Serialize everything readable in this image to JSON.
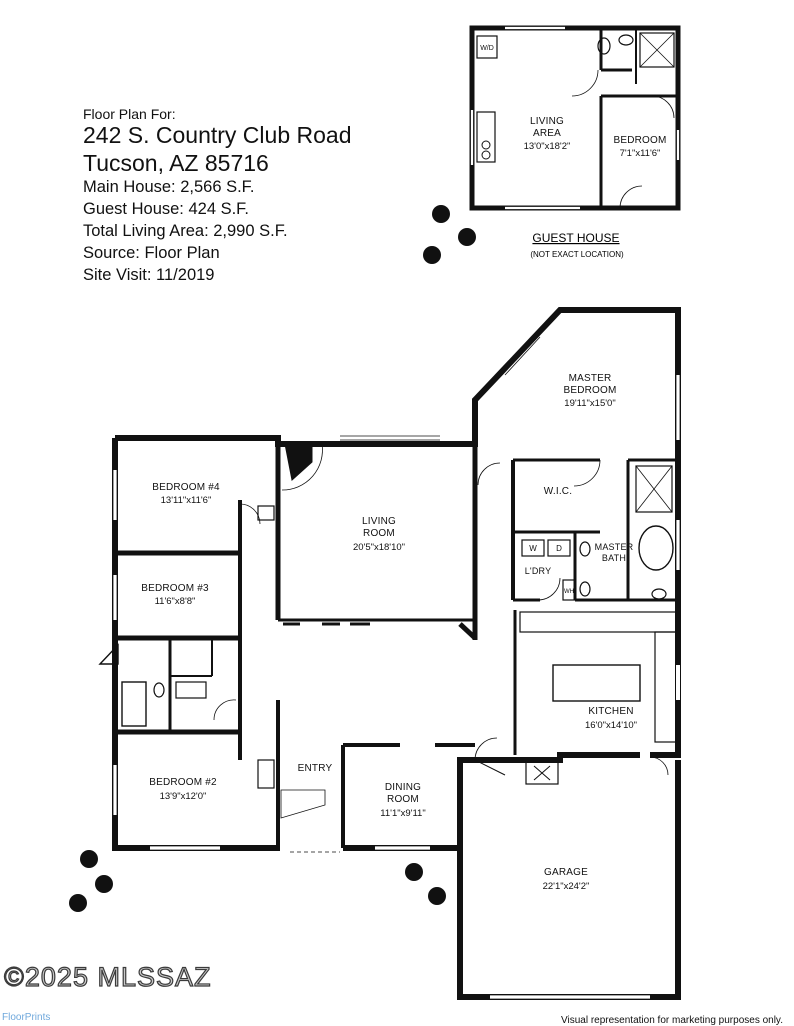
{
  "header": {
    "label": "Floor Plan For:",
    "address_line1": "242 S. Country Club Road",
    "address_line2": "Tucson, AZ  85716",
    "details": [
      "Main House:  2,566 S.F.",
      "Guest House:  424 S.F.",
      "Total Living Area:  2,990 S.F.",
      "Source:  Floor Plan",
      "Site Visit:  11/2019"
    ]
  },
  "guest_house": {
    "title": "GUEST HOUSE",
    "note": "(NOT EXACT LOCATION)",
    "rooms": [
      {
        "name": "LIVING",
        "name2": "AREA",
        "dims": "13'0\"x18'2\""
      },
      {
        "name": "BEDROOM",
        "dims": "7'1\"x11'6\""
      }
    ],
    "fixture": "W/D"
  },
  "main_house": {
    "rooms": [
      {
        "name": "MASTER",
        "name2": "BEDROOM",
        "dims": "19'11\"x15'0\""
      },
      {
        "name": "W.I.C."
      },
      {
        "name": "MASTER",
        "name2": "BATH"
      },
      {
        "name": "L'DRY"
      },
      {
        "name": "LIVING",
        "name2": "ROOM",
        "dims": "20'5\"x18'10\""
      },
      {
        "name": "BEDROOM #4",
        "dims": "13'11\"x11'6\""
      },
      {
        "name": "BEDROOM #3",
        "dims": "11'6\"x8'8\""
      },
      {
        "name": "BEDROOM #2",
        "dims": "13'9\"x12'0\""
      },
      {
        "name": "KITCHEN",
        "dims": "16'0\"x14'10\""
      },
      {
        "name": "ENTRY"
      },
      {
        "name": "DINING",
        "name2": "ROOM",
        "dims": "11'1\"x9'11\""
      },
      {
        "name": "GARAGE",
        "dims": "22'1\"x24'2\""
      }
    ],
    "laundry_labels": [
      "W",
      "D",
      "WH"
    ]
  },
  "footer": {
    "watermark": "©2025 MLSSAZ",
    "logo": "FloorPrints",
    "disclaimer": "Visual representation for marketing purposes only."
  }
}
